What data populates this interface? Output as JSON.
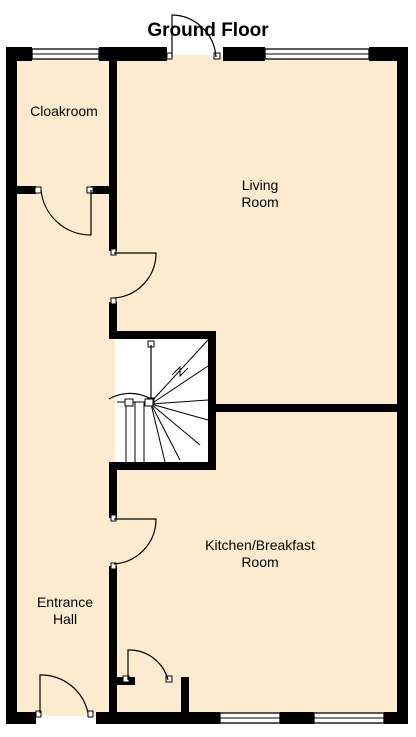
{
  "title": "Ground Floor",
  "rooms": {
    "cloakroom": {
      "line1": "Cloakroom"
    },
    "living_room": {
      "line1": "Living",
      "line2": "Room"
    },
    "kitchen": {
      "line1": "Kitchen/Breakfast",
      "line2": "Room"
    },
    "entrance_hall": {
      "line1": "Entrance",
      "line2": "Hall"
    }
  },
  "colors": {
    "floor": "#fcebce",
    "wall": "#000000",
    "window": "#ffffff"
  }
}
